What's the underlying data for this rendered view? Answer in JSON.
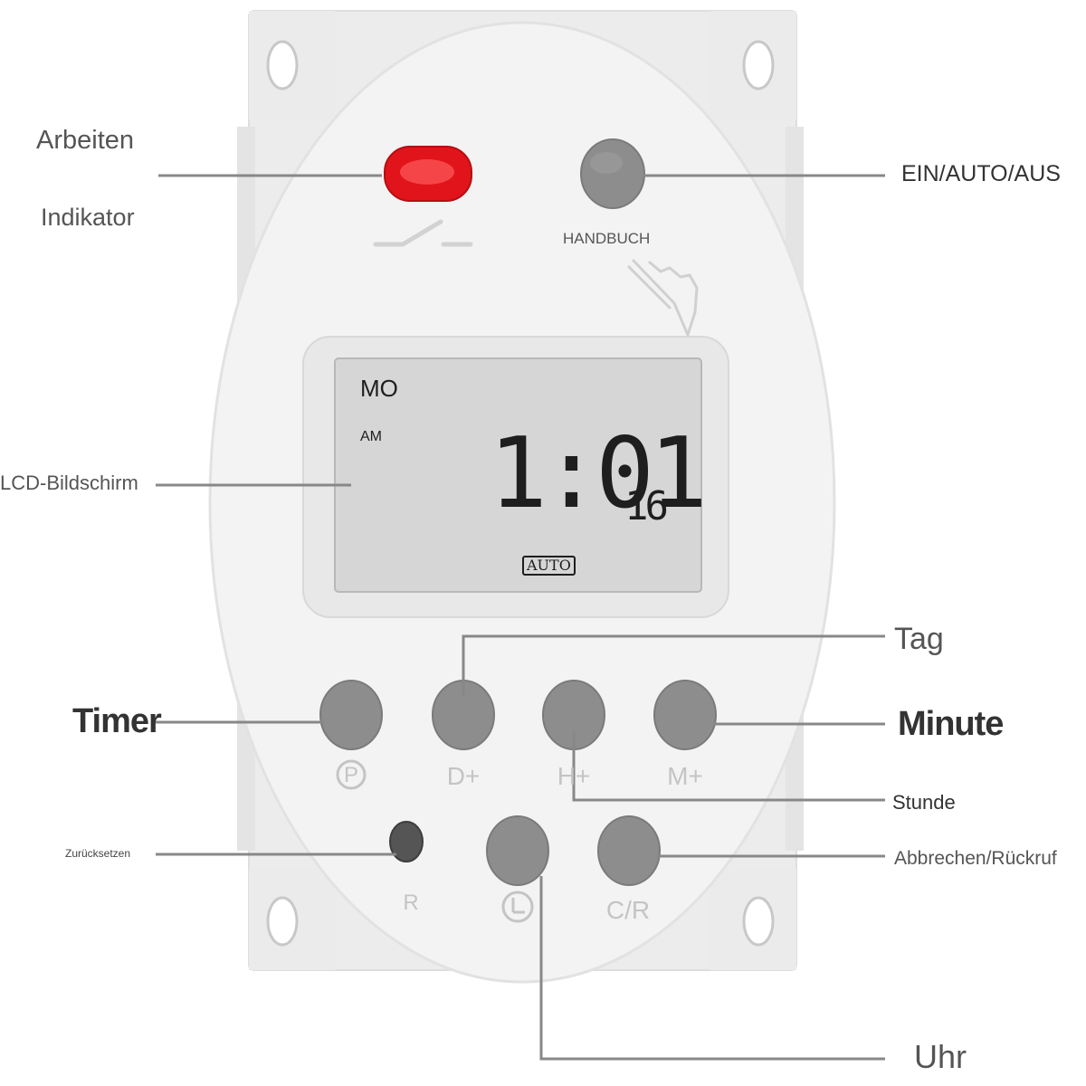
{
  "colors": {
    "body": "#ececec",
    "panel": "#f3f3f3",
    "button": "#8d8d8d",
    "indicator": "#e0141a",
    "lcd": "#d6d6d6",
    "leader": "#888888"
  },
  "callouts": {
    "arbeiten": "Arbeiten",
    "indikator": "Indikator",
    "ein_auto_aus": "EIN/AUTO/AUS",
    "lcd_bildschirm": "LCD-Bildschirm",
    "tag": "Tag",
    "timer": "Timer",
    "minute": "Minute",
    "stunde": "Stunde",
    "zuruecksetzen": "Zurücksetzen",
    "abbrechen_rueckruf": "Abbrechen/Rückruf",
    "uhr": "Uhr"
  },
  "device": {
    "manual_label": "HANDBUCH",
    "button_labels": {
      "program": "P",
      "day": "D+",
      "hour": "H+",
      "minute": "M+",
      "reset": "R",
      "cancel_recall": "C/R"
    },
    "icons": {
      "switch": "switch-symbol-icon",
      "hand": "pointing-hand-icon",
      "clock": "clock-icon"
    }
  },
  "lcd": {
    "day": "MO",
    "period": "AM",
    "time": "1:01",
    "seconds": "16",
    "mode": "AUTO"
  }
}
